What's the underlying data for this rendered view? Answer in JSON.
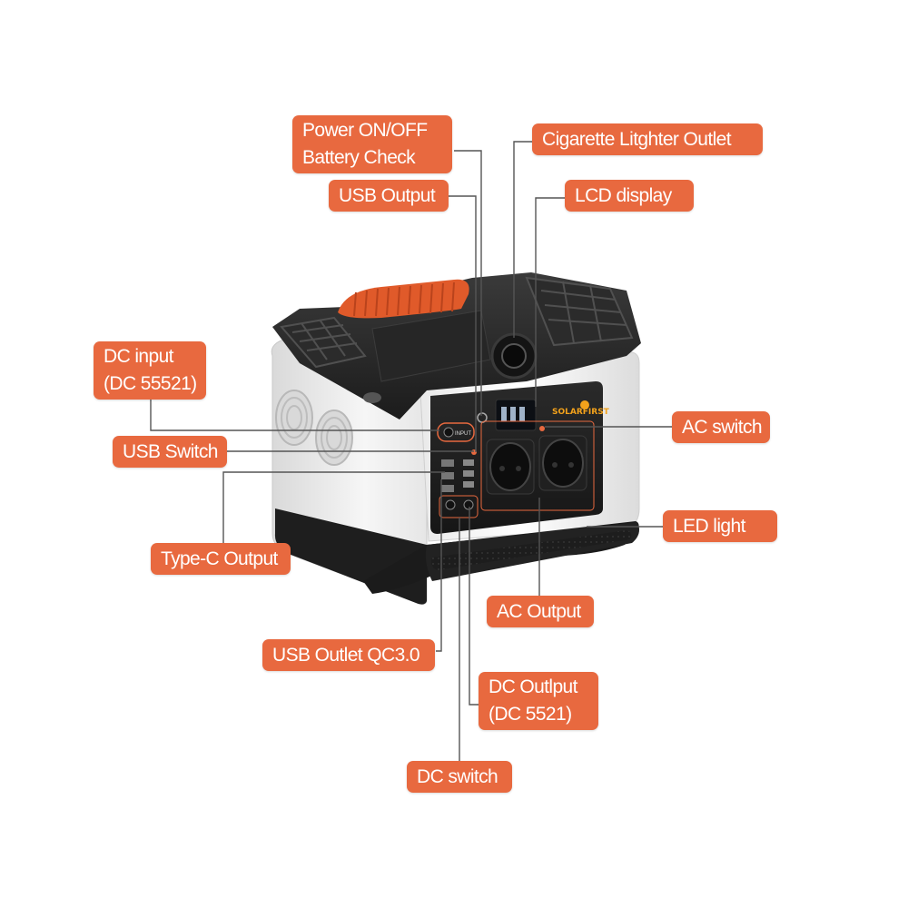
{
  "labels": {
    "power": {
      "line1": "Power ON/OFF",
      "line2": "Battery Check"
    },
    "cigarette": "Cigarette Litghter Outlet",
    "usb_output": "USB Output",
    "lcd": "LCD display",
    "dc_input": {
      "line1": "DC input",
      "line2": "(DC 55521)"
    },
    "ac_switch": "AC switch",
    "usb_switch": "USB Switch",
    "led_light": "LED light",
    "typec": "Type-C Output",
    "ac_output": "AC Output",
    "usb_qc": "USB Outlet QC3.0",
    "dc_output": {
      "line1": "DC Outlput",
      "line2": "(DC 5521)"
    },
    "dc_switch": "DC switch"
  },
  "device": {
    "brand": "SOLARFIRST",
    "input_label": "INPUT"
  },
  "colors": {
    "label_bg": "#e8693f",
    "label_text": "#ffffff",
    "leader_line": "#555555",
    "handle": "#e05a2a"
  }
}
